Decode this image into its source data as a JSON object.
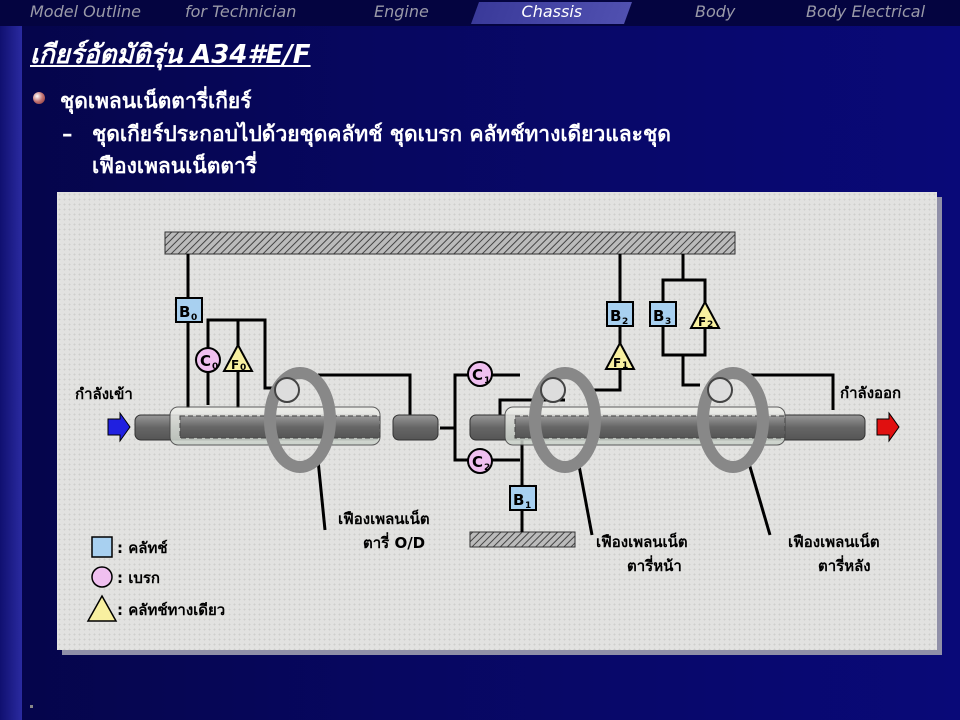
{
  "nav": {
    "tabs": [
      "Model Outline",
      "for Technician",
      "Engine",
      "Chassis",
      "Body",
      "Body Electrical"
    ],
    "active": "Chassis"
  },
  "title": "เกียร์อัตมัติรุ่น A34#E/F",
  "bullet": "ชุดเพลนเน็ตตารี่เกียร์",
  "sub_bullet": {
    "dash": "–",
    "line1": "ชุดเกียร์ประกอบไปด้วยชุดคลัทช์ ชุดเบรก คลัทช์ทางเดียวและชุด",
    "line2": "เฟืองเพลนเน็ตตารี่"
  },
  "diagram": {
    "input": "กำลังเข้า",
    "output": "กำลังออก",
    "components": {
      "B0": {
        "l": "B",
        "s": "0"
      },
      "C0": {
        "l": "C",
        "s": "0"
      },
      "F0": {
        "l": "F",
        "s": "0"
      },
      "C1": {
        "l": "C",
        "s": "1"
      },
      "C2": {
        "l": "C",
        "s": "2"
      },
      "B1": {
        "l": "B",
        "s": "1"
      },
      "B2": {
        "l": "B",
        "s": "2"
      },
      "B3": {
        "l": "B",
        "s": "3"
      },
      "F1": {
        "l": "F",
        "s": "1"
      },
      "F2": {
        "l": "F",
        "s": "2"
      }
    },
    "callouts": {
      "od1": "เฟืองเพลนเน็ต",
      "od2": "ตารี่ O/D",
      "front1": "เฟืองเพลนเน็ต",
      "front2": "ตารี่หน้า",
      "rear1": "เฟืองเพลนเน็ต",
      "rear2": "ตารี่หลัง"
    },
    "legend": {
      "clutch": ": คลัทช์",
      "brake": ": เบรก",
      "oneway": ": คลัทช์ทางเดียว"
    },
    "colors": {
      "clutch": "#a8d0f0",
      "brake": "#f0c0f0",
      "oneway": "#f8f0a0",
      "input_arrow": "#2020e0",
      "output_arrow": "#e01010"
    }
  }
}
